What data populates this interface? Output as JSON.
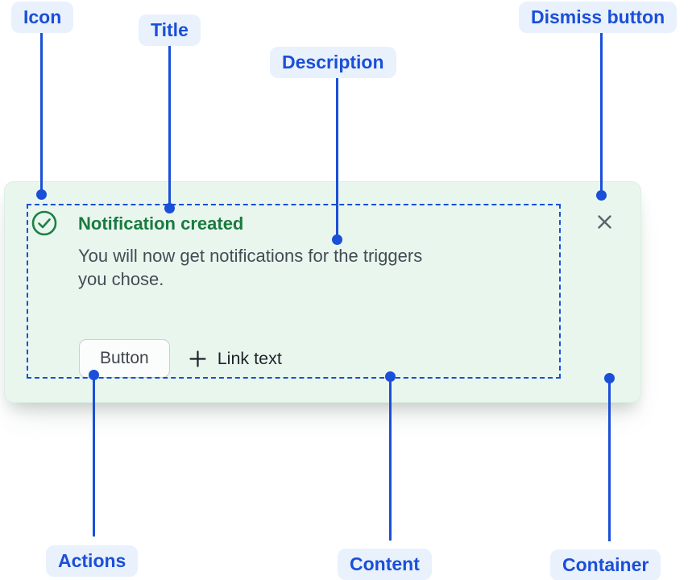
{
  "accent": {
    "annotation_blue": "#1A4FD8",
    "annotation_pill_bg": "#E9F1FD"
  },
  "annotations": {
    "icon": "Icon",
    "title": "Title",
    "description": "Description",
    "dismiss": "Dismiss button",
    "actions": "Actions",
    "content": "Content",
    "container": "Container"
  },
  "flag": {
    "icon": "success-check-icon",
    "title": "Notification created",
    "description_lines": [
      "You will now get notifications for the triggers",
      "you chose."
    ],
    "button_label": "Button",
    "link_icon": "plus-icon",
    "link_label": "Link text",
    "dismiss_icon": "close-icon",
    "colors": {
      "container_bg": "#E9F6EE",
      "title_text": "#1B7A40",
      "icon_green": "#1E8044",
      "description_text": "#454C54"
    }
  }
}
